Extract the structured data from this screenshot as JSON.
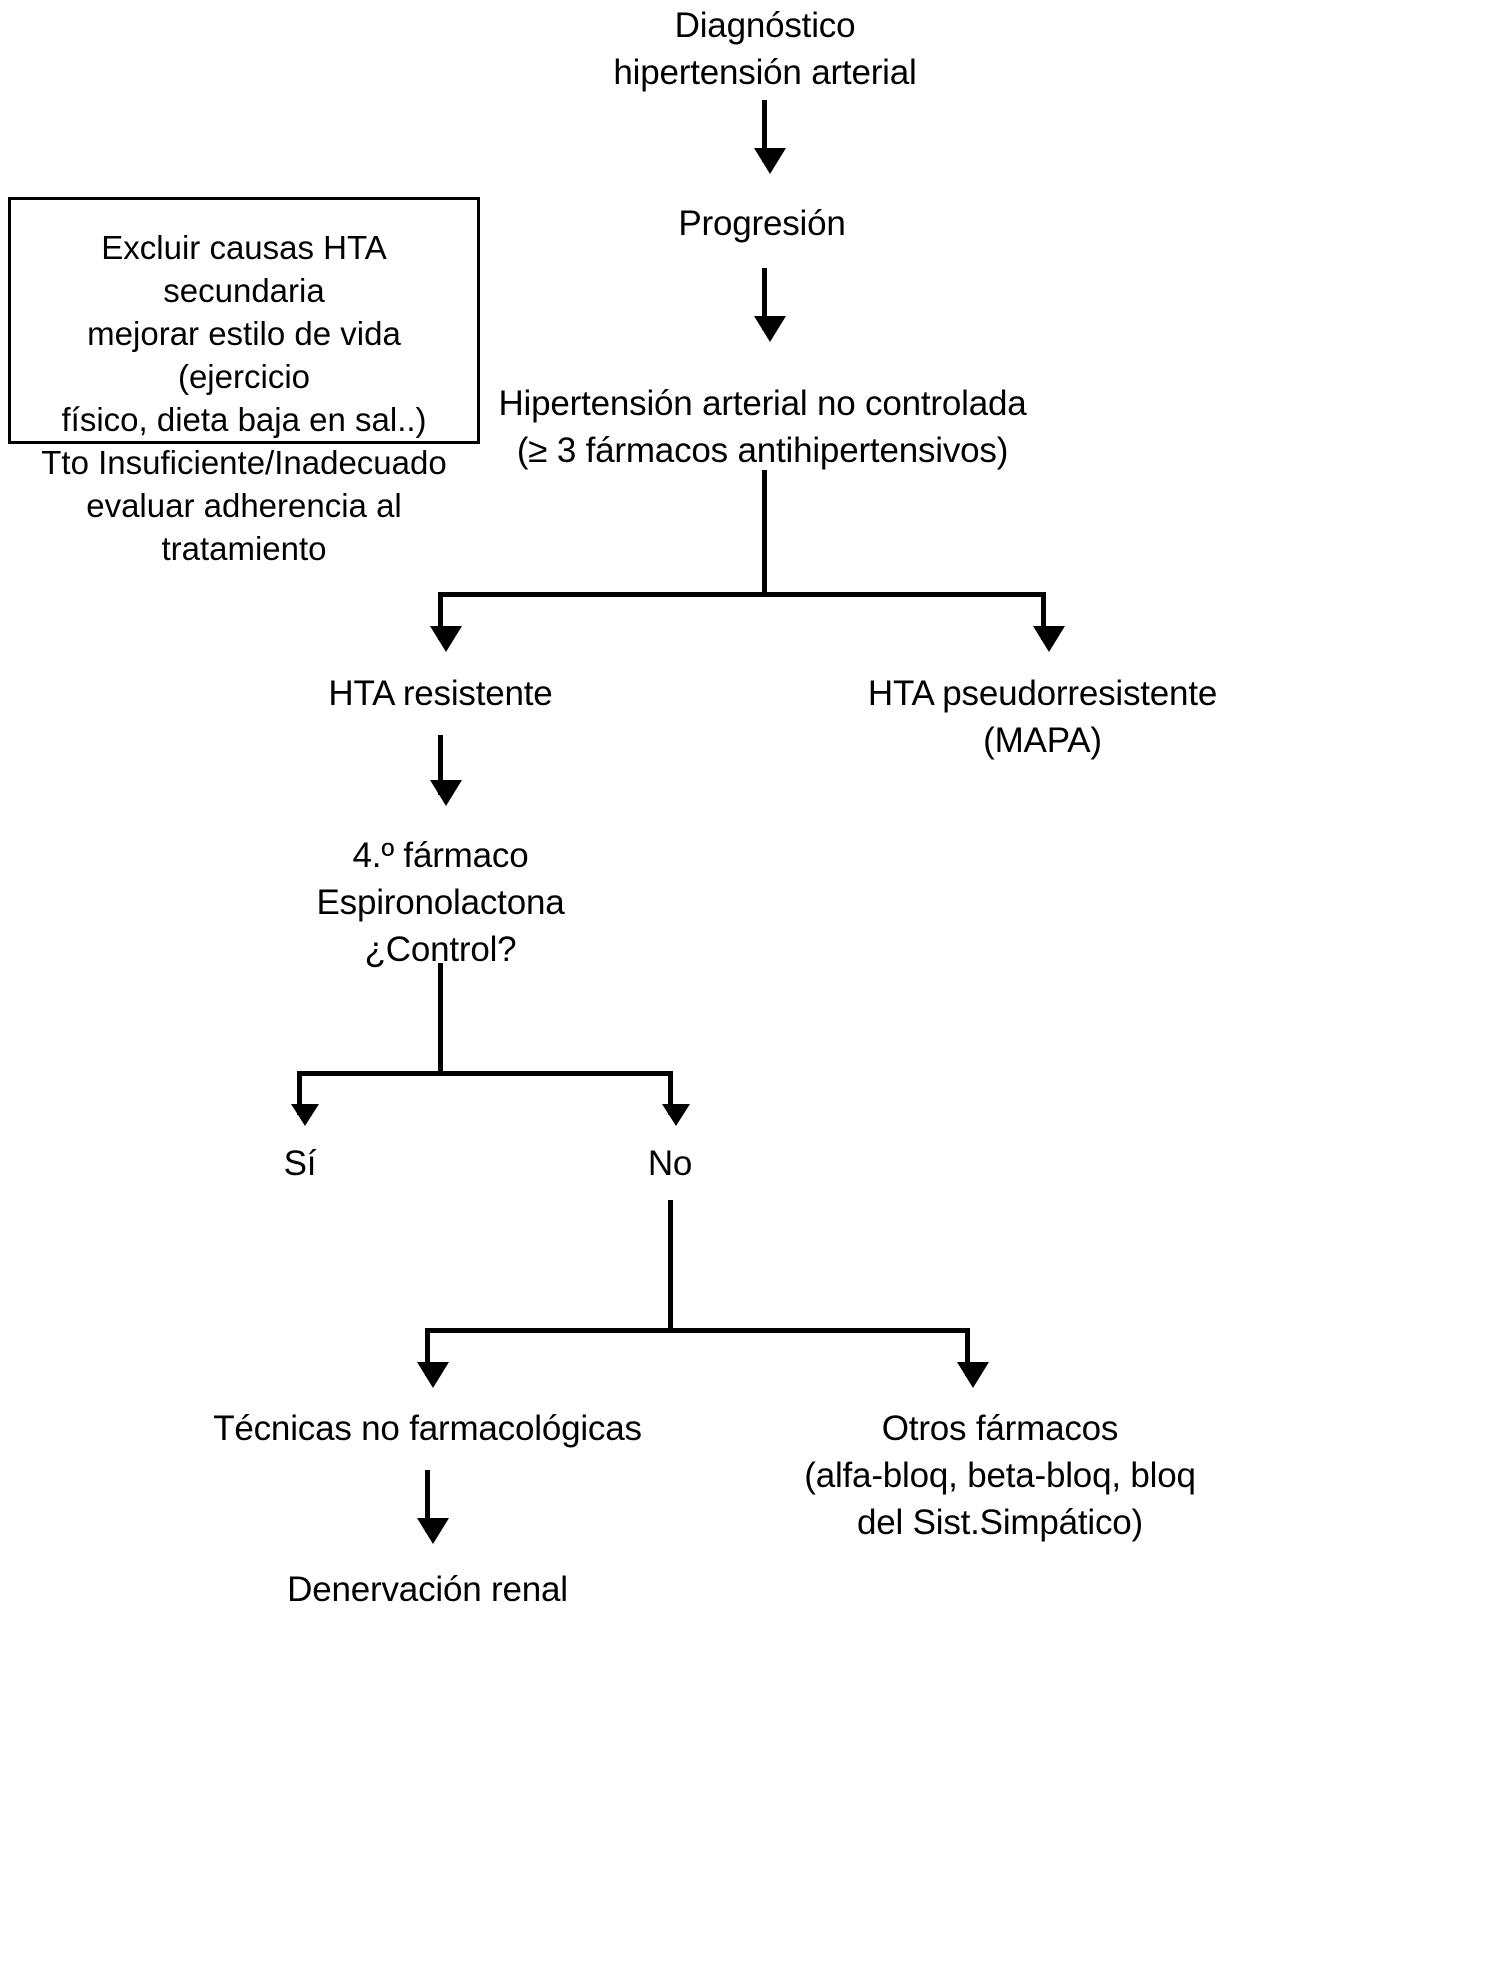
{
  "diagram": {
    "title": "Diagnóstico hipertensión arterial",
    "language": "es",
    "type": "clinical-flowchart"
  },
  "nodes": {
    "diagnostico": {
      "line1": "Diagnóstico",
      "line2": "hipertensión arterial",
      "text": "Diagnóstico\nhipertensión arterial"
    },
    "progresion": {
      "text": "Progresión"
    },
    "side_box": {
      "text": "Excluir causas HTA secundaria\nmejorar estilo de vida (ejercicio\nfísico, dieta baja en sal..)\nTto Insuficiente/Inadecuado\nevaluar adherencia al tratamiento",
      "line1": "Excluir causas HTA secundaria",
      "line2": "mejorar estilo de vida (ejercicio",
      "line3": "físico, dieta baja en sal..)",
      "line4": "Tto Insuficiente/Inadecuado",
      "line5": "evaluar adherencia al tratamiento"
    },
    "hta_no_controlada": {
      "text": "Hipertensión arterial no controlada\n(≥ 3 fármacos antihipertensivos)",
      "line1": "Hipertensión arterial no controlada",
      "line2": "(≥ 3 fármacos antihipertensivos)"
    },
    "hta_resistente": {
      "text": "HTA resistente"
    },
    "hta_pseudorresistente": {
      "text": "HTA pseudorresistente\n(MAPA)",
      "line1": "HTA pseudorresistente",
      "line2": "(MAPA)"
    },
    "cuarto_farmaco": {
      "text": "4.º fármaco\nEspironolactona\n¿Control?",
      "line1": "4.º fármaco",
      "line2": "Espironolactona",
      "line3": "¿Control?"
    },
    "si": {
      "text": "Sí"
    },
    "no": {
      "text": "No"
    },
    "tecnicas": {
      "text": "Técnicas no farmacológicas"
    },
    "otros_farmacos": {
      "text": "Otros fármacos\n(alfa-bloq, beta-bloq, bloq\ndel Sist.Simpático)",
      "line1": "Otros fármacos",
      "line2": "(alfa-bloq, beta-bloq, bloq",
      "line3": "del Sist.Simpático)"
    },
    "denervacion": {
      "text": "Denervación renal"
    }
  },
  "edges": [
    {
      "from": "diagnostico",
      "to": "progresion",
      "style": "arrow-down"
    },
    {
      "from": "progresion",
      "to": "hta_no_controlada",
      "style": "arrow-down"
    },
    {
      "from": "hta_no_controlada",
      "to": "hta_resistente",
      "style": "split-arrow-down"
    },
    {
      "from": "hta_no_controlada",
      "to": "hta_pseudorresistente",
      "style": "split-arrow-down"
    },
    {
      "from": "hta_resistente",
      "to": "cuarto_farmaco",
      "style": "arrow-down"
    },
    {
      "from": "cuarto_farmaco",
      "to": "si",
      "style": "split-arrow-down"
    },
    {
      "from": "cuarto_farmaco",
      "to": "no",
      "style": "split-arrow-down"
    },
    {
      "from": "no",
      "to": "tecnicas",
      "style": "split-arrow-down"
    },
    {
      "from": "no",
      "to": "otros_farmacos",
      "style": "split-arrow-down"
    },
    {
      "from": "tecnicas",
      "to": "denervacion",
      "style": "arrow-down"
    }
  ],
  "colors": {
    "background": "#ffffff",
    "ink": "#000000",
    "border": "#000000"
  }
}
